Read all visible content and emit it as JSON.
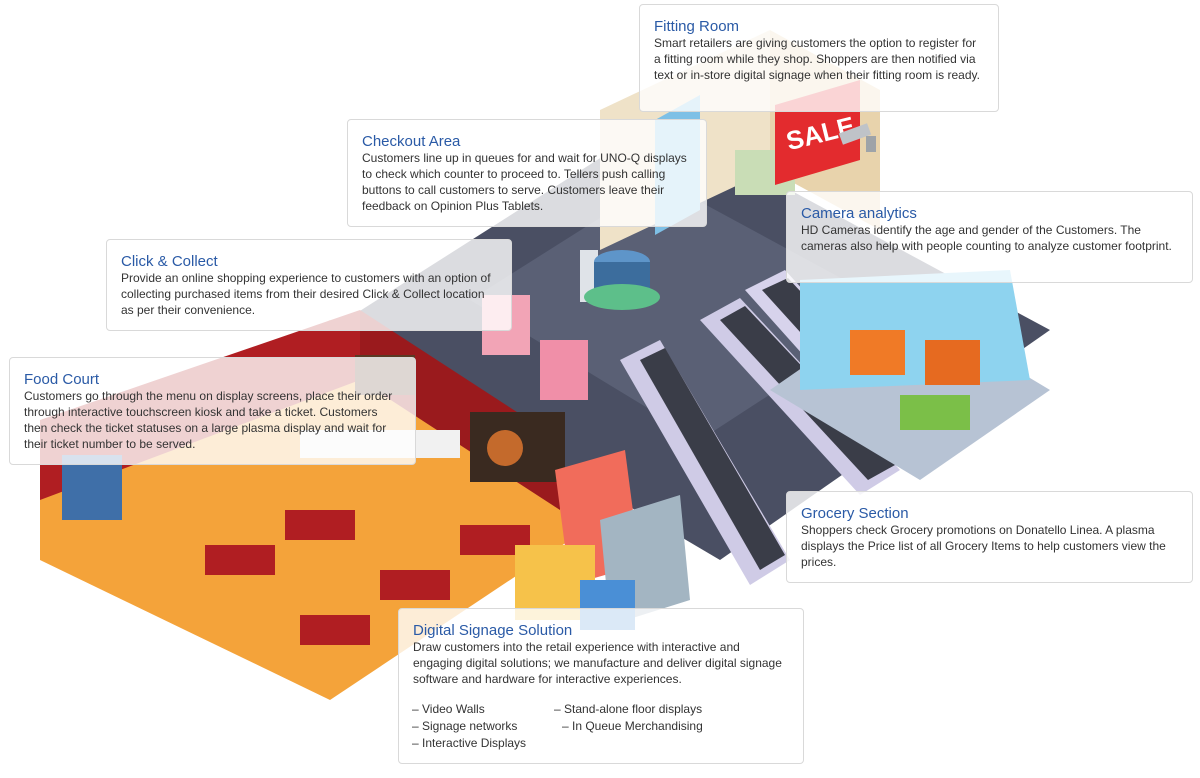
{
  "callouts": {
    "fitting_room": {
      "title": "Fitting Room",
      "text": "Smart retailers are giving customers the option to register for a fitting room while they shop. Shoppers are then notified via text or in-store digital signage when their fitting room is ready."
    },
    "checkout_area": {
      "title": "Checkout Area",
      "text": "Customers line up in queues for and wait for UNO-Q displays to check which counter to proceed to. Tellers push calling buttons to call customers to serve. Customers leave their feedback on Opinion Plus Tablets."
    },
    "click_collect": {
      "title": "Click & Collect",
      "text": "Provide an online shopping experience to customers with an option of collecting purchased items from their desired Click & Collect location as per their convenience."
    },
    "camera_analytics": {
      "title": "Camera analytics",
      "text": "HD Cameras identify the age and gender of the Customers. The cameras also help with people counting to analyze customer footprint."
    },
    "food_court": {
      "title": "Food Court",
      "text": "Customers go through the menu on display screens, place their order through interactive touchscreen kiosk and take a ticket. Customers then check the ticket statuses on a large plasma display and wait for their ticket number to be served."
    },
    "grocery_section": {
      "title": "Grocery Section",
      "text": "Shoppers check Grocery promotions on Donatello Linea. A plasma displays the Price list of all Grocery Items to help customers view the prices."
    },
    "digital_signage": {
      "title": "Digital Signage Solution",
      "text": "Draw customers into the retail experience with interactive and engaging digital solutions; we manufacture and deliver digital signage software and hardware for interactive experiences.",
      "features": [
        "– Video Walls",
        "– Signage networks",
        "– Interactive Displays",
        "– Stand-alone floor displays",
        "– In Queue Merchandising"
      ]
    }
  },
  "scene": {
    "sale_sign": "SALE",
    "colors": {
      "title_blue": "#2a5aa6",
      "floor_orange": "#f4a33a",
      "wall_red": "#b01e22",
      "floor_grey": "#4a4f63",
      "grocery_blue": "#8ed3ef"
    }
  }
}
